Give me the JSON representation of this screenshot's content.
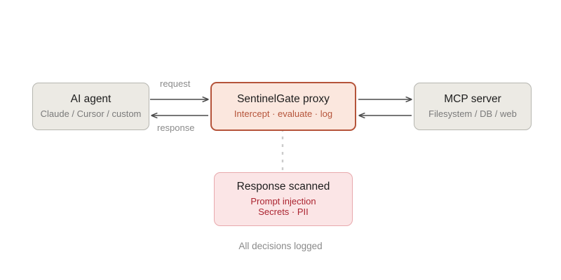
{
  "diagram": {
    "nodes": {
      "agent": {
        "title": "AI agent",
        "subtitle": "Claude / Cursor / custom"
      },
      "proxy": {
        "title": "SentinelGate proxy",
        "subtitle": "Intercept · evaluate · log"
      },
      "server": {
        "title": "MCP server",
        "subtitle": "Filesystem / DB / web"
      },
      "scanned": {
        "title": "Response scanned",
        "subtitle_line1": "Prompt injection",
        "subtitle_line2": "Secrets · PII"
      }
    },
    "edges": {
      "request_label": "request",
      "response_label": "response"
    },
    "footer_note": "All decisions logged",
    "colors": {
      "background": "#ffffff",
      "neutral_fill": "#eceae4",
      "neutral_border": "#b6b6b0",
      "proxy_fill": "#fbe7de",
      "proxy_border": "#b5543a",
      "proxy_accent_text": "#b5543a",
      "scan_fill": "#fbe5e6",
      "scan_border": "#e8a9ad",
      "scan_accent_text": "#ab2430",
      "arrow": "#4a4a4a",
      "muted_text": "#8a8a8a",
      "dashed_line": "#cccccc"
    }
  }
}
